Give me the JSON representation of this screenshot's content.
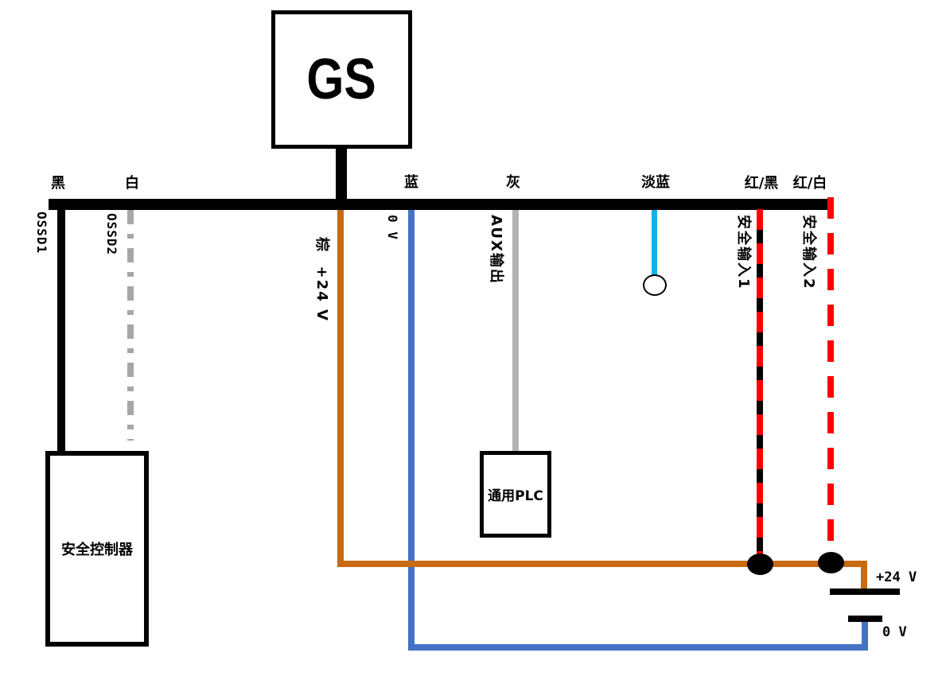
{
  "components": {
    "device": "GS",
    "safety_controller": "安全控制器",
    "plc": "通用PLC"
  },
  "labels": {
    "black": "黑",
    "white": "白",
    "blue": "蓝",
    "gray": "灰",
    "light_blue": "淡蓝",
    "red_black": "红/黑",
    "red_white": "红/白"
  },
  "signals": {
    "ossd1": "OSSD1",
    "ossd2": "OSSD2",
    "brown_24v": "棕  +24 V",
    "blue_0v": "0 V",
    "aux_output": "AUX输出",
    "safety_input_1": "安全输入1",
    "safety_input_2": "安全输入2"
  },
  "power_supply": {
    "positive": "+24 V",
    "negative": "0 V"
  },
  "wire_colors": {
    "black": "#000000",
    "white": "#a6a6a6",
    "brown": "#c76a11",
    "blue": "#4472c4",
    "gray": "#b3b3b3",
    "light_blue": "#12b0ea",
    "red": "#ff0000"
  }
}
